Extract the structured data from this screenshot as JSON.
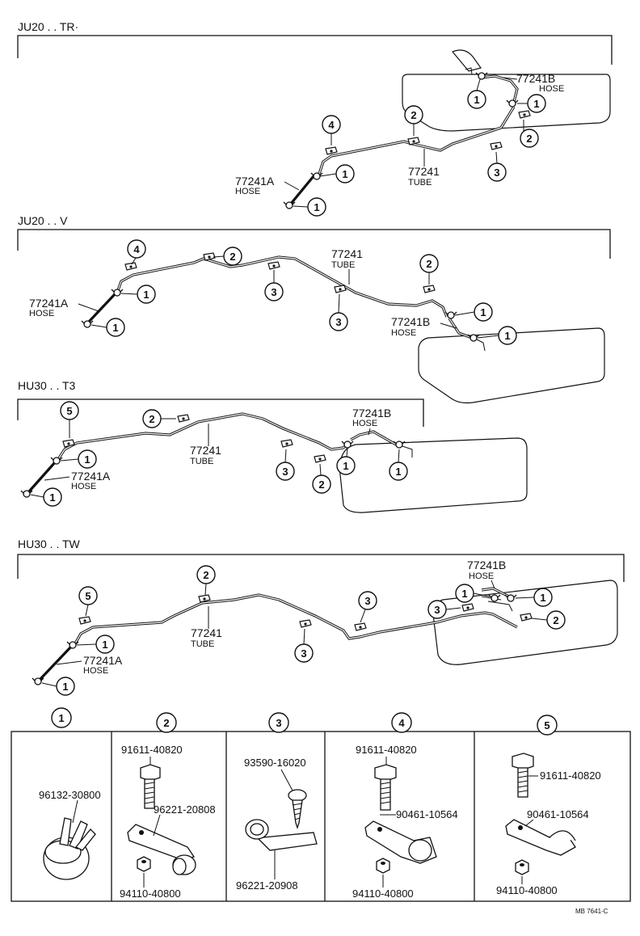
{
  "sections": [
    {
      "title": "JU20 . . TR·",
      "tube_pn": "77241",
      "tube_word": "TUBE",
      "hose_a_pn": "77241A",
      "hose_a_word": "HOSE",
      "hose_b_pn": "77241B",
      "hose_b_word": "HOSE"
    },
    {
      "title": "JU20 . . V",
      "tube_pn": "77241",
      "tube_word": "TUBE",
      "hose_a_pn": "77241A",
      "hose_a_word": "HOSE",
      "hose_b_pn": "77241B",
      "hose_b_word": "HOSE"
    },
    {
      "title": "HU30 . . T3",
      "tube_pn": "77241",
      "tube_word": "TUBE",
      "hose_a_pn": "77241A",
      "hose_a_word": "HOSE",
      "hose_b_pn": "77241B",
      "hose_b_word": "HOSE"
    },
    {
      "title": "HU30 . . TW",
      "tube_pn": "77241",
      "tube_word": "TUBE",
      "hose_a_pn": "77241A",
      "hose_a_word": "HOSE",
      "hose_b_pn": "77241B",
      "hose_b_word": "HOSE"
    }
  ],
  "callouts": {
    "c1": "1",
    "c2": "2",
    "c3": "3",
    "c4": "4",
    "c5": "5"
  },
  "legend": {
    "p1": {
      "num": "1",
      "clip": "96132-30800"
    },
    "p2": {
      "num": "2",
      "bolt": "91611-40820",
      "clamp": "96221-20808",
      "nut": "94110-40800"
    },
    "p3": {
      "num": "3",
      "screw": "93590-16020",
      "clamp": "96221-20908"
    },
    "p4": {
      "num": "4",
      "bolt": "91611-40820",
      "clamp": "90461-10564",
      "nut": "94110-40800"
    },
    "p5": {
      "num": "5",
      "bolt": "91611-40820",
      "clamp": "90461-10564",
      "nut": "94110-40800"
    }
  },
  "footer": {
    "code": "MB 7641-C"
  }
}
